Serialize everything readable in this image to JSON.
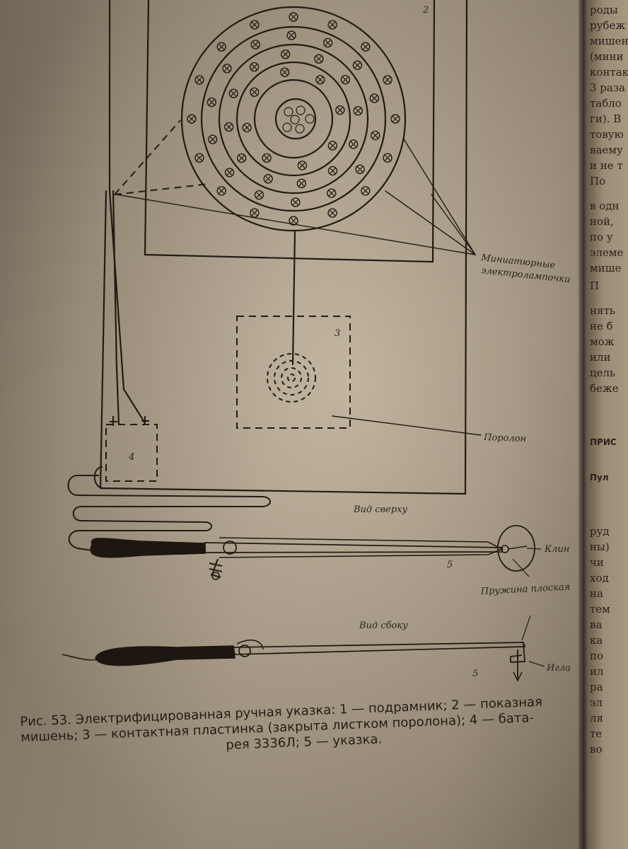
{
  "figure": {
    "labels": {
      "panel": "2",
      "lamps": [
        "Миниатюрные",
        "электролампочки"
      ],
      "plate": "3",
      "foam": "Поролон",
      "battery": "4",
      "top_view": "Вид сверху",
      "wedge": "Клин",
      "pointer_top": "5",
      "spring": "Пружина плоская",
      "side_view": "Вид сбоку",
      "pointer_side": "5",
      "needle": "Игла"
    }
  },
  "caption": {
    "line1": "Рис. 53. Электрифицированная ручная указка: 1 — подрамник; 2 — показная",
    "line2": "мишень; 3 — контактная пластинка (закрыта листком поролона); 4 — бата-",
    "line3": "рея 3336Л; 5 — указка."
  },
  "right_page": {
    "lines": [
      "роды",
      "рубеж",
      "мишен",
      "(мини",
      "контак",
      "3 раза",
      "табло",
      "ги). В",
      "товую",
      "ваему",
      "и не т",
      "По",
      "в одн",
      "ной,",
      "по у",
      "элеме",
      "мише",
      "П",
      "нять",
      "не б",
      "мож",
      "или",
      "цель",
      "беже",
      "ПРИС",
      "Пул",
      "",
      "руд",
      "ны)",
      "чи",
      "ход",
      "на",
      "тем",
      "ва",
      "ка",
      "по",
      "ил",
      "ра",
      "эл",
      "ля",
      "те",
      "во"
    ]
  }
}
